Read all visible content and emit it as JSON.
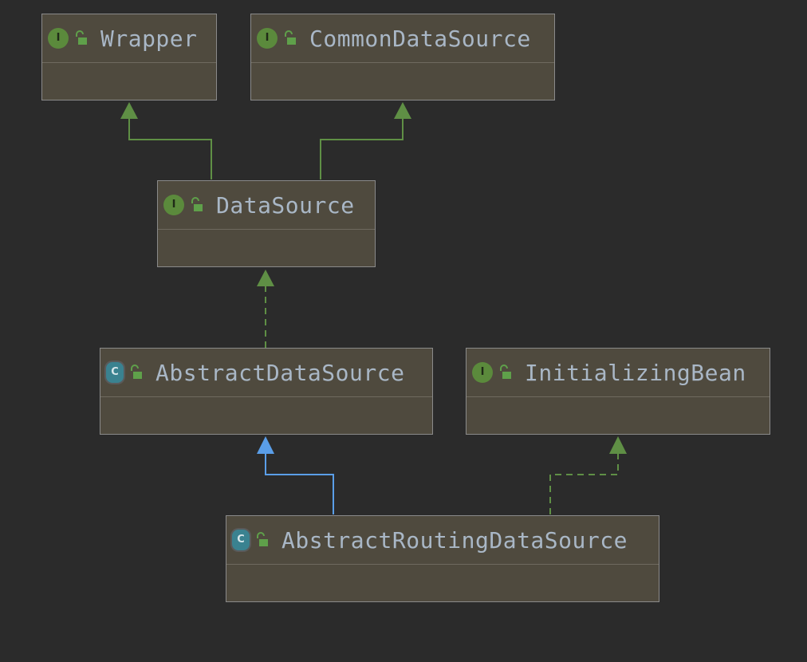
{
  "diagram": {
    "nodes": [
      {
        "id": "wrapper",
        "name": "Wrapper",
        "kind": "interface",
        "kind_letter": "I"
      },
      {
        "id": "common-data-source",
        "name": "CommonDataSource",
        "kind": "interface",
        "kind_letter": "I"
      },
      {
        "id": "data-source",
        "name": "DataSource",
        "kind": "interface",
        "kind_letter": "I"
      },
      {
        "id": "abstract-data-source",
        "name": "AbstractDataSource",
        "kind": "abstract-class",
        "kind_letter": "C"
      },
      {
        "id": "initializing-bean",
        "name": "InitializingBean",
        "kind": "interface",
        "kind_letter": "I"
      },
      {
        "id": "abstract-routing-data-source",
        "name": "AbstractRoutingDataSource",
        "kind": "abstract-class",
        "kind_letter": "C"
      }
    ],
    "edges": [
      {
        "from": "data-source",
        "to": "wrapper",
        "type": "extends-interface"
      },
      {
        "from": "data-source",
        "to": "common-data-source",
        "type": "extends-interface"
      },
      {
        "from": "abstract-data-source",
        "to": "data-source",
        "type": "implements"
      },
      {
        "from": "abstract-routing-data-source",
        "to": "abstract-data-source",
        "type": "extends-class"
      },
      {
        "from": "abstract-routing-data-source",
        "to": "initializing-bean",
        "type": "implements"
      }
    ],
    "colors": {
      "background": "#2b2b2b",
      "node_fill": "#4f4a3e",
      "node_border": "#8a8a8a",
      "interface_edge": "#5f8f45",
      "class_edge": "#5a9ee8",
      "title_text": "#a9b7c6",
      "interface_icon": "#5b8a3c",
      "class_icon": "#3a8290",
      "lock_icon": "#5fa04a"
    },
    "icons": {
      "visibility": "unlocked-padlock-icon"
    }
  }
}
